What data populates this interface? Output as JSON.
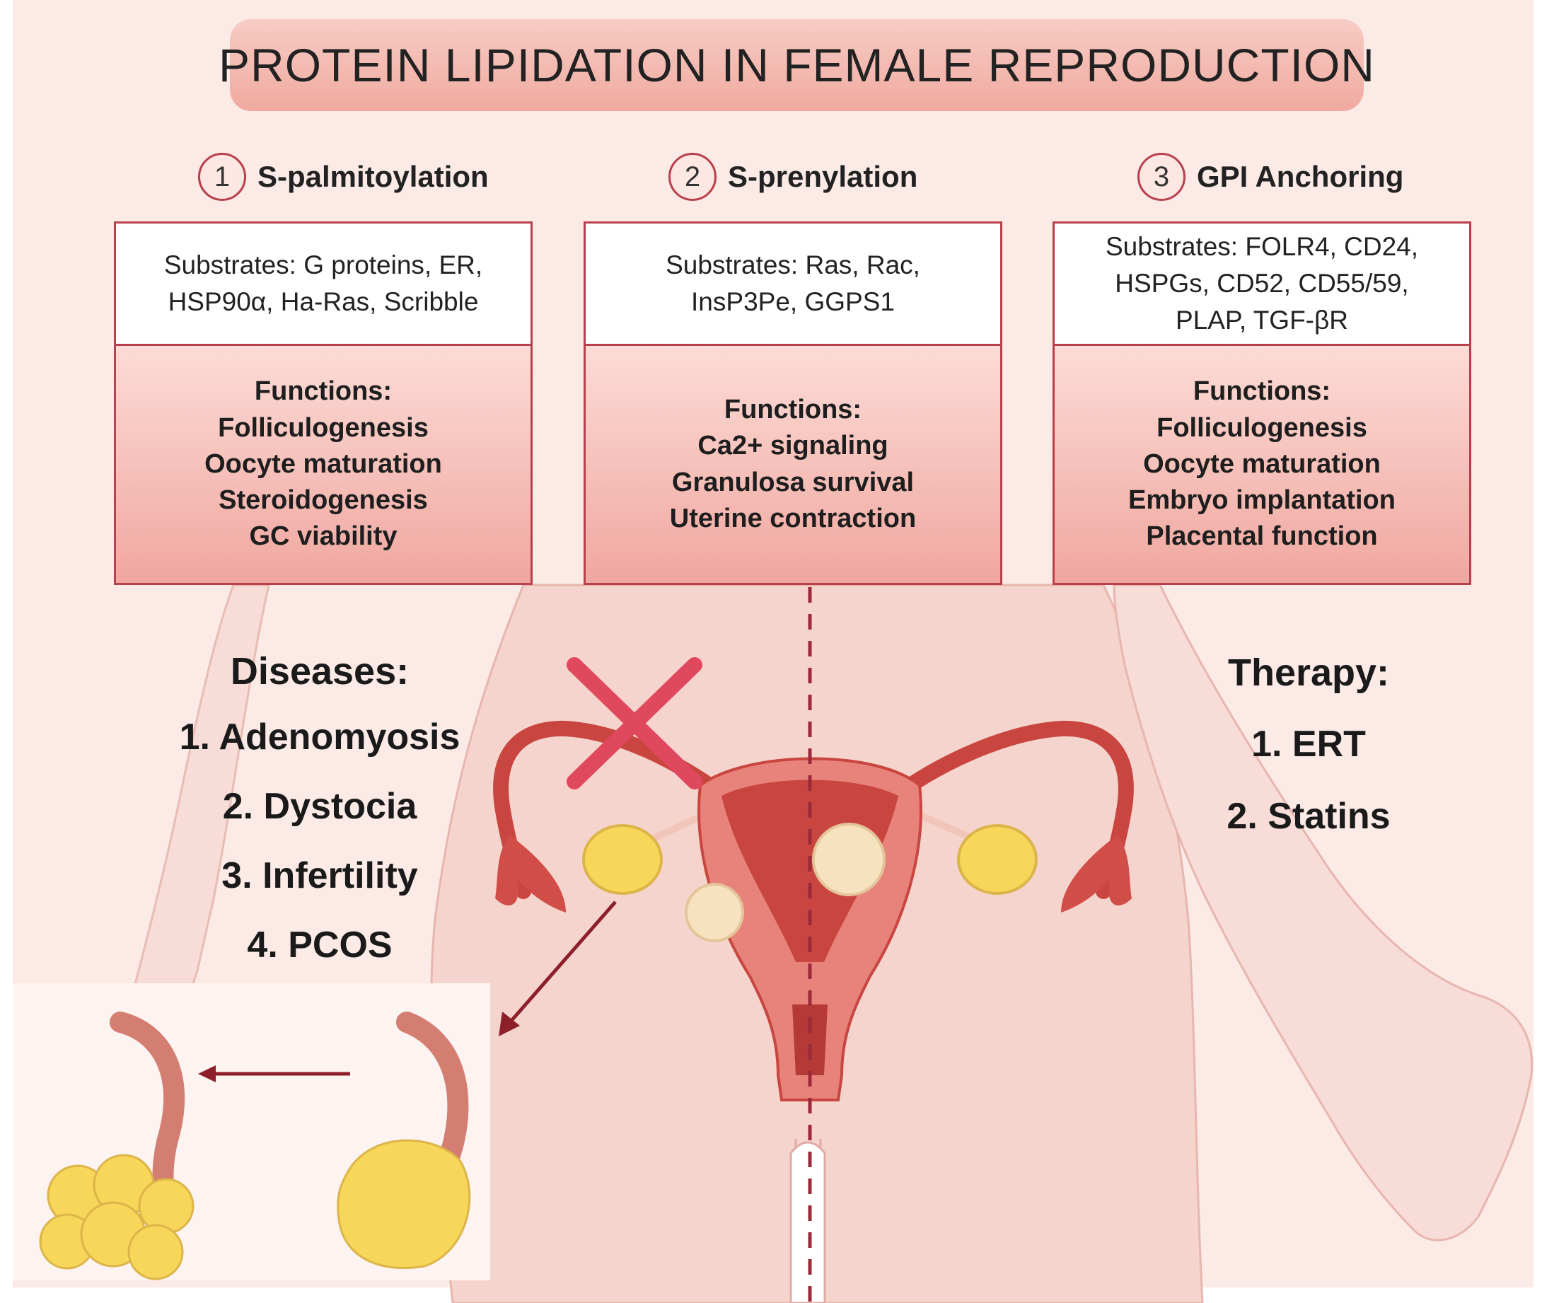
{
  "title": "PROTEIN LIPIDATION IN FEMALE REPRODUCTION",
  "columns": [
    {
      "number": "1",
      "label": "S-palmitoylation",
      "substrates": "Substrates: G proteins, ER,\nHSP90α, Ha-Ras, Scribble",
      "functions_heading": "Functions:",
      "functions": [
        "Folliculogenesis",
        "Oocyte maturation",
        "Steroidogenesis",
        "GC viability"
      ]
    },
    {
      "number": "2",
      "label": "S-prenylation",
      "substrates": "Substrates: Ras, Rac,\nInsP3Pe, GGPS1",
      "functions_heading": "Functions:",
      "functions": [
        "Ca2+ signaling",
        "Granulosa survival",
        "Uterine contraction"
      ]
    },
    {
      "number": "3",
      "label": "GPI Anchoring",
      "substrates": "Substrates: FOLR4, CD24,\nHSPGs, CD52, CD55/59,\nPLAP, TGF-βR",
      "functions_heading": "Functions:",
      "functions": [
        "Folliculogenesis",
        "Oocyte maturation",
        "Embryo implantation",
        "Placental function"
      ]
    }
  ],
  "diseases": {
    "heading": "Diseases:",
    "items": [
      "1. Adenomyosis",
      "2. Dystocia",
      "3. Infertility",
      "4. PCOS"
    ]
  },
  "therapy": {
    "heading": "Therapy:",
    "items": [
      "1. ERT",
      "2. Statins"
    ]
  },
  "colors": {
    "accent": "#b8404c",
    "cross": "#e0485e",
    "ovary": "#f7d65a",
    "uterus": "#c8463f",
    "skin": "#f7dcd7"
  }
}
